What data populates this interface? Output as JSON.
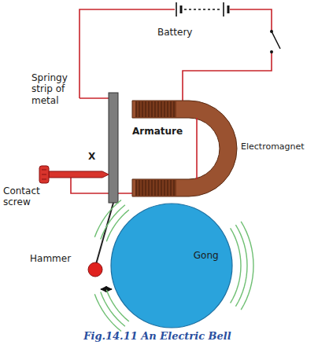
{
  "diagram": {
    "caption": "Fig.14.11 An Electric Bell",
    "nodes": [
      {
        "text": [
          "Gong"
        ]
      }
    ],
    "labels": [
      "Battery",
      "Springy strip of metal",
      "Armature",
      "Electromagnet",
      "X",
      "Contact screw",
      "Hammer"
    ]
  }
}
